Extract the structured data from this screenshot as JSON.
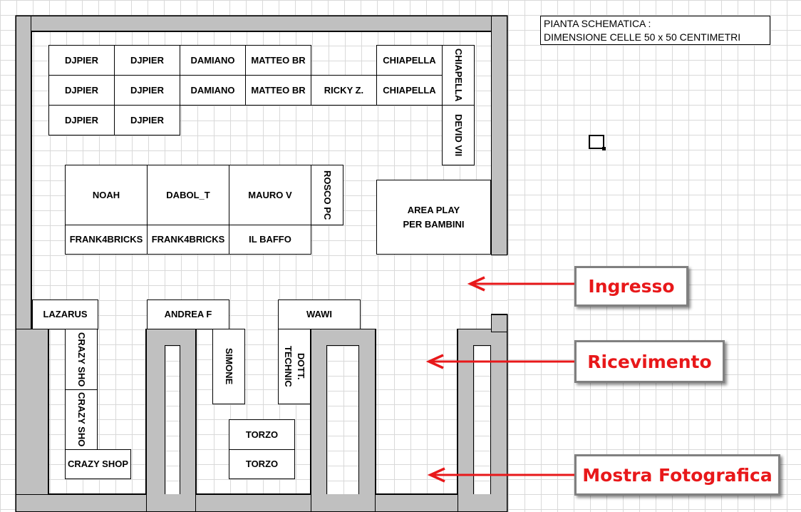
{
  "legend": {
    "line1": "PIANTA SCHEMATICA :",
    "line2": "DIMENSIONE CELLE 50 x 50 CENTIMETRI"
  },
  "colors": {
    "wall": "#c0c0c0",
    "arrow": "#e8181a",
    "label_text": "#e8181a",
    "label_border": "#808080"
  },
  "tables": {
    "djpier_1": "DJPIER",
    "djpier_2": "DJPIER",
    "damiano_1": "DAMIANO",
    "matteo_br_1": "MATTEO BR",
    "chiapella_1": "CHIAPELLA",
    "chiapella_vertical": "CHIAPELLA",
    "djpier_3": "DJPIER",
    "djpier_4": "DJPIER",
    "damiano_2": "DAMIANO",
    "matteo_br_2": "MATTEO BR",
    "ricky_z": "RICKY Z.",
    "chiapella_2": "CHIAPELLA",
    "djpier_5": "DJPIER",
    "djpier_6": "DJPIER",
    "devid_vii": "DEVID VII",
    "noah": "NOAH",
    "dabol_t": "DABOL_T",
    "mauro_v": "MAURO V",
    "rosco_pc": "ROSCO PC",
    "area_play": "AREA PLAY\nPER BAMBINI",
    "frank4bricks_1": "FRANK4BRICKS",
    "frank4bricks_2": "FRANK4BRICKS",
    "il_baffo": "IL BAFFO",
    "lazarus": "LAZARUS",
    "andrea_f": "ANDREA F",
    "wawi": "WAWI",
    "crazy_sho_1": "CRAZY SHO",
    "crazy_sho_2": "CRAZY SHO",
    "crazy_shop": "CRAZY SHOP",
    "simone": "SIMONE",
    "dott_technic": "DOTT.\nTECHNIC",
    "torzo_1": "TORZO",
    "torzo_2": "TORZO"
  },
  "labels": {
    "ingresso": "Ingresso",
    "ricevimento": "Ricevimento",
    "mostra_fotografica": "Mostra Fotografica"
  }
}
